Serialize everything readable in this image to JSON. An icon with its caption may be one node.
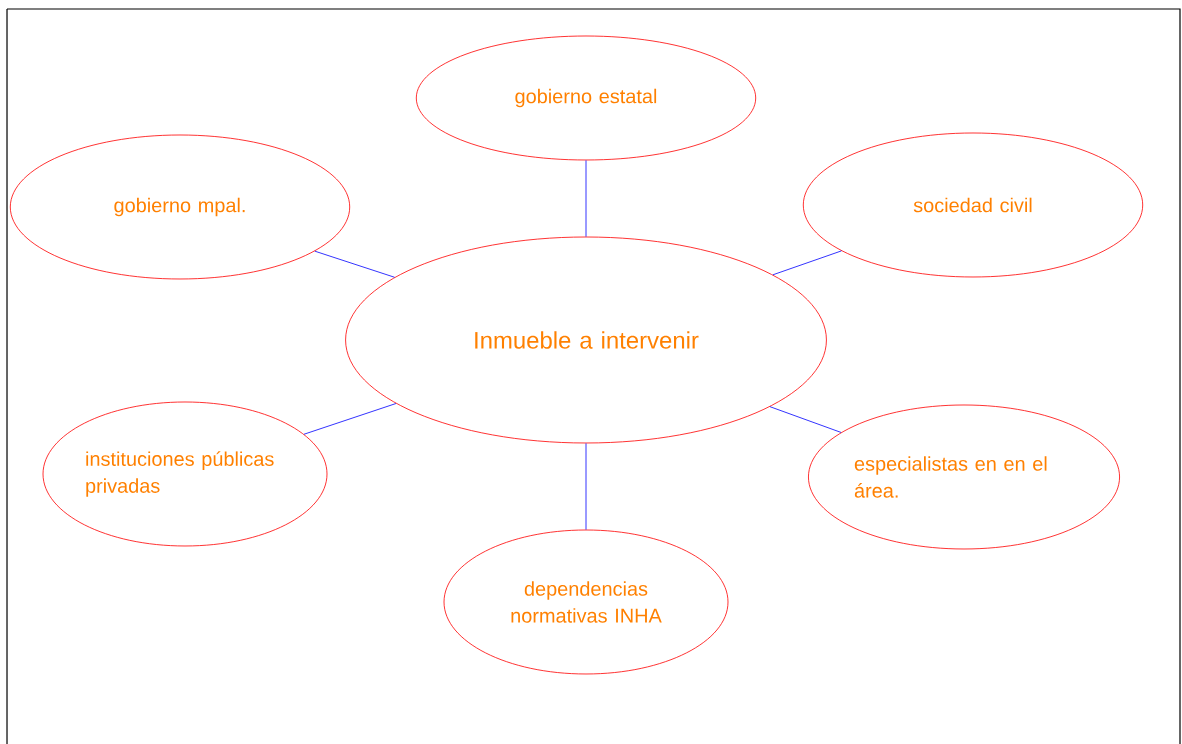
{
  "diagram": {
    "nodes": [
      {
        "text": [
          "gobierno estatal"
        ]
      },
      {
        "text": [
          "gobierno mpal."
        ]
      },
      {
        "text": [
          "sociedad civil"
        ]
      },
      {
        "text": [
          "Inmueble a intervenir"
        ]
      },
      {
        "text": [
          "instituciones públicas privadas"
        ]
      },
      {
        "text": [
          "especialistas en en el área."
        ]
      },
      {
        "text": [
          "dependencias normativas INHA"
        ]
      }
    ],
    "edges": [
      {
        "from": 3,
        "to": 0,
        "arrow": "none"
      },
      {
        "from": 3,
        "to": 1,
        "arrow": "none"
      },
      {
        "from": 3,
        "to": 2,
        "arrow": "none"
      },
      {
        "from": 3,
        "to": 4,
        "arrow": "none"
      },
      {
        "from": 3,
        "to": 5,
        "arrow": "none"
      },
      {
        "from": 3,
        "to": 6,
        "arrow": "none"
      }
    ]
  }
}
